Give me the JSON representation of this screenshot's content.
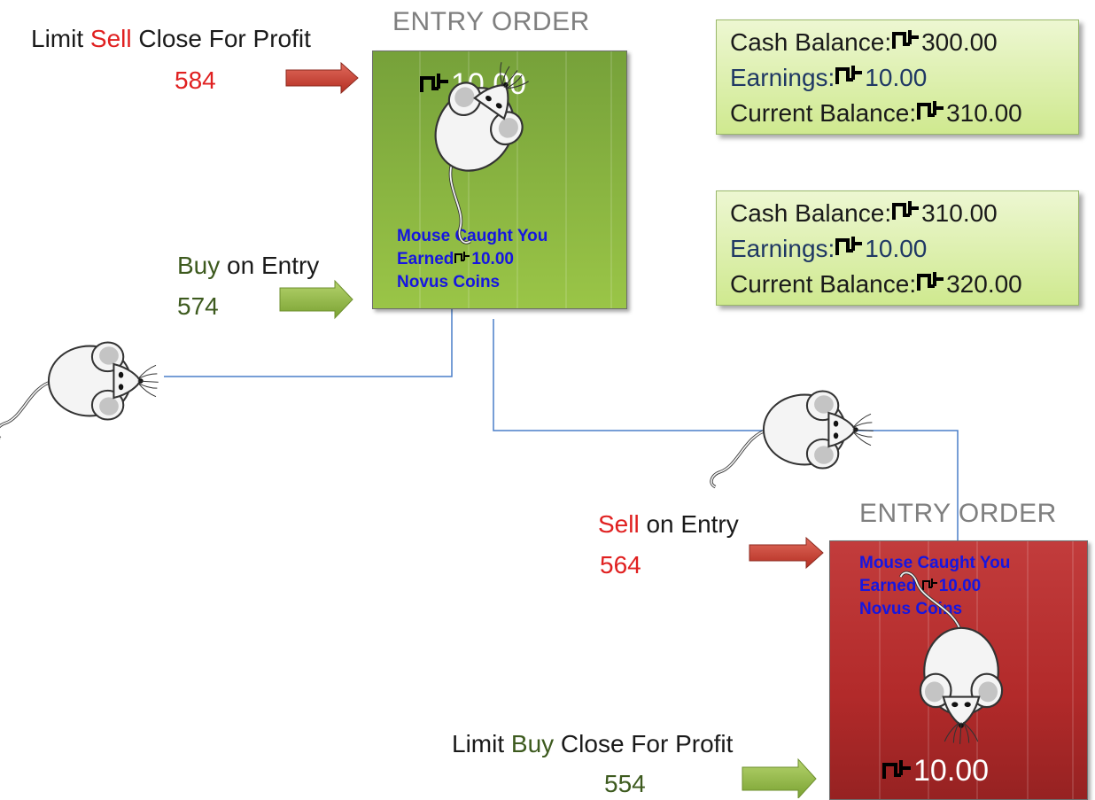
{
  "top_order": {
    "title": "ENTRY ORDER",
    "amount": "10.00",
    "message": {
      "line1": "Mouse Caught You",
      "line2_prefix": "Earned",
      "line2_amount": "10.00",
      "line3": "Novus Coins"
    }
  },
  "bottom_order": {
    "title": "ENTRY ORDER",
    "amount": "10.00",
    "message": {
      "line1": "Mouse Caught You",
      "line2_prefix": "Earned ",
      "line2_amount": "10.00",
      "line3": "Novus Coins"
    }
  },
  "labels": {
    "limit_sell": {
      "pre": "Limit ",
      "action": "Sell",
      "post": " Close For Profit",
      "price": "584"
    },
    "buy_entry": {
      "action": "Buy",
      "post": " on Entry",
      "price": "574"
    },
    "sell_entry": {
      "action": "Sell",
      "post": " on Entry",
      "price": "564"
    },
    "limit_buy": {
      "pre": "Limit ",
      "action": "Buy",
      "post": " Close For Profit",
      "price": "554"
    }
  },
  "balances": [
    {
      "cash_label": "Cash Balance:",
      "cash": "300.00",
      "earn_label": "Earnings:",
      "earn": "10.00",
      "current_label": "Current Balance:",
      "current": "310.00"
    },
    {
      "cash_label": "Cash Balance:",
      "cash": "310.00",
      "earn_label": "Earnings:",
      "earn": "10.00",
      "current_label": "Current Balance:",
      "current": "320.00"
    }
  ],
  "colors": {
    "sell": "#e02020",
    "buy": "#3d5a1e",
    "green_arrow": "#8db33b",
    "red_arrow": "#c0392b",
    "line": "#4a7ec8"
  }
}
